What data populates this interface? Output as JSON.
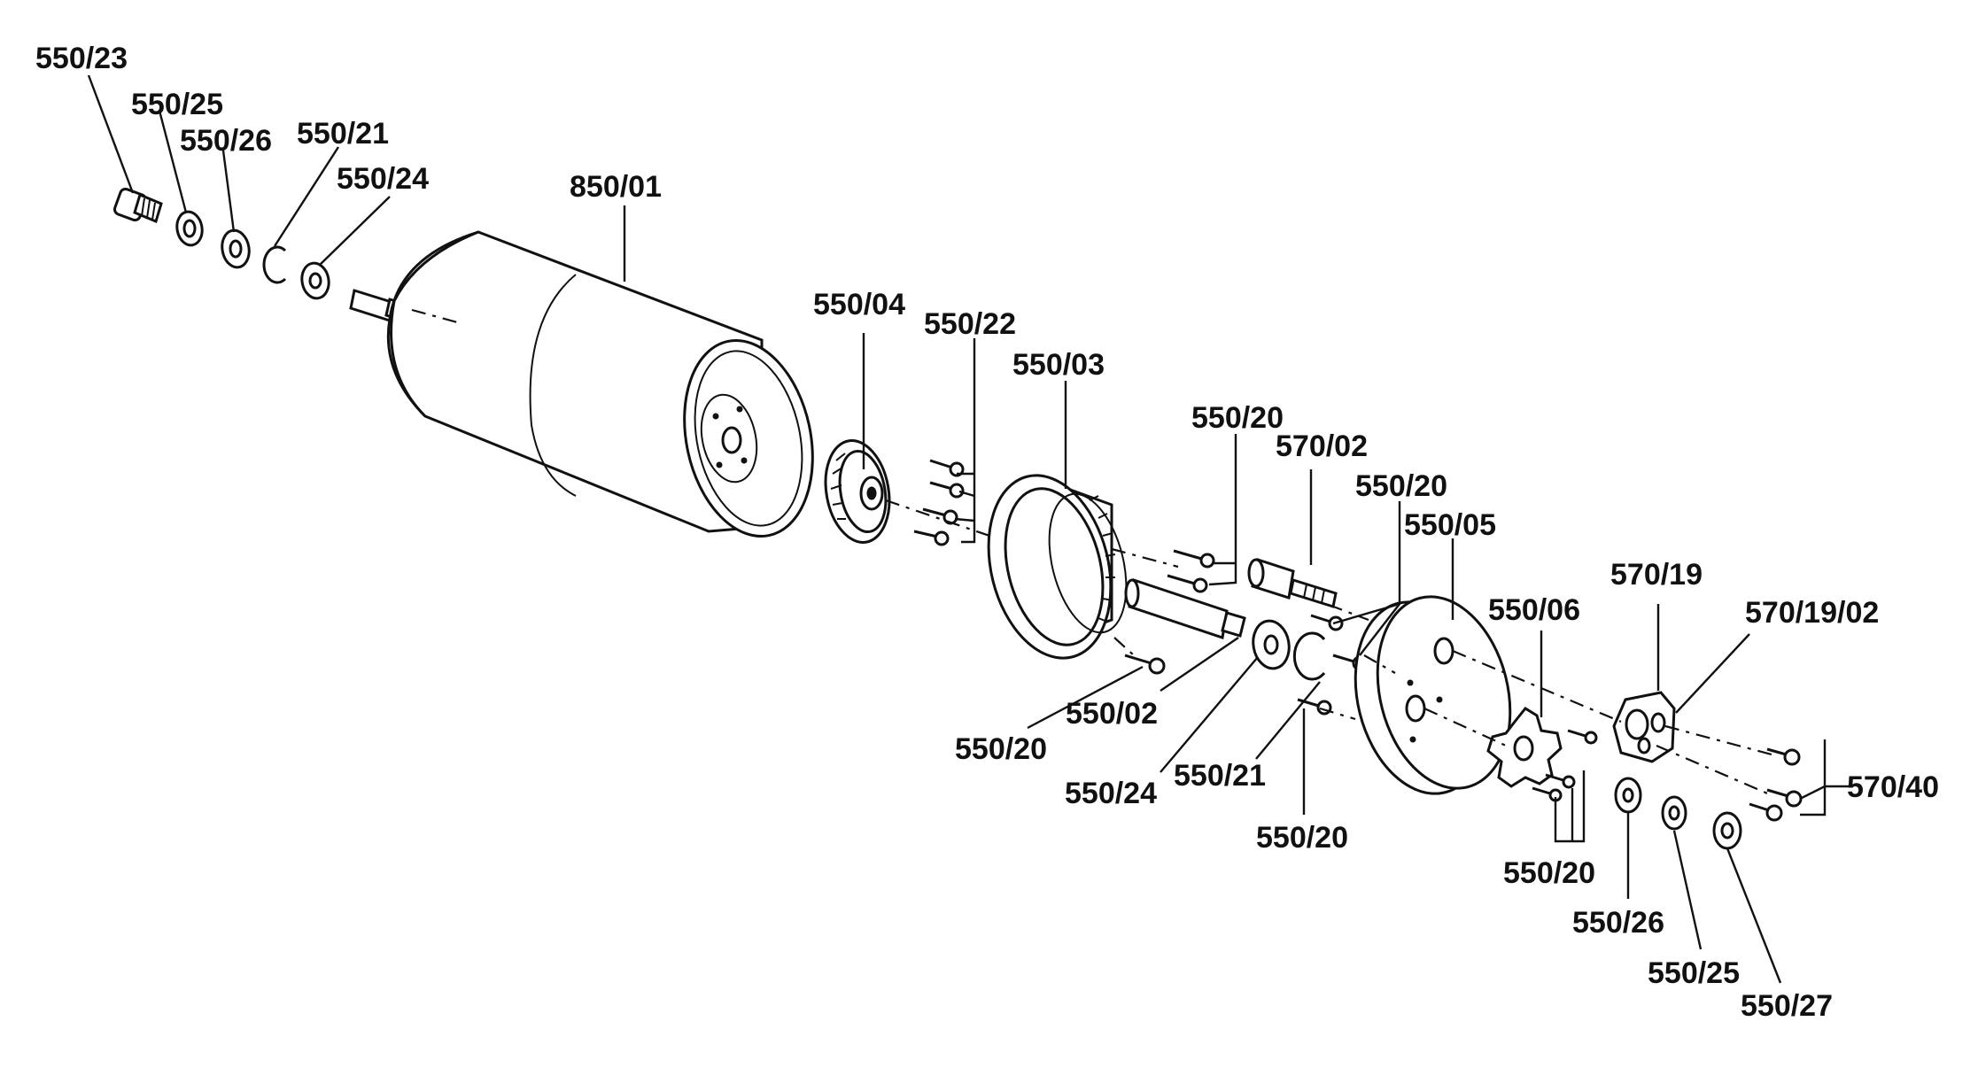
{
  "diagram": {
    "labels": {
      "l_550_23_a": "550/23",
      "l_550_25_a": "550/25",
      "l_550_26_a": "550/26",
      "l_550_21_a": "550/21",
      "l_550_24_a": "550/24",
      "l_850_01": "850/01",
      "l_550_04": "550/04",
      "l_550_22": "550/22",
      "l_550_03": "550/03",
      "l_550_20_a": "550/20",
      "l_570_02": "570/02",
      "l_550_20_b": "550/20",
      "l_550_05": "550/05",
      "l_550_06": "550/06",
      "l_570_19": "570/19",
      "l_570_19_02": "570/19/02",
      "l_570_40": "570/40",
      "l_550_20_c": "550/20",
      "l_550_02": "550/02",
      "l_550_24_b": "550/24",
      "l_550_21_b": "550/21",
      "l_550_20_d": "550/20",
      "l_550_20_e": "550/20",
      "l_550_26_b": "550/26",
      "l_550_25_b": "550/25",
      "l_550_27": "550/27"
    }
  }
}
